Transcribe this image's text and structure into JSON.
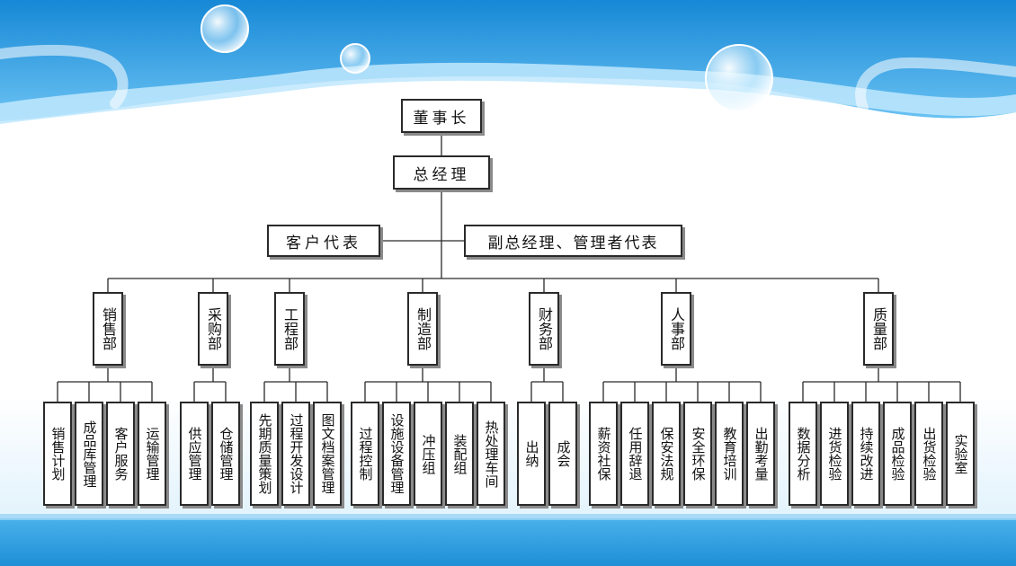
{
  "org": {
    "chairman": "董事长",
    "general_manager": "总经理",
    "customer_rep": "客户代表",
    "vice_gm": "副总经理、管理者代表",
    "departments": [
      {
        "name": "销售部",
        "units": [
          "销售计划",
          "成品库管理",
          "客户服务",
          "运输管理"
        ]
      },
      {
        "name": "采购部",
        "units": [
          "供应管理",
          "仓储管理"
        ]
      },
      {
        "name": "工程部",
        "units": [
          "先期质量策划",
          "过程开发设计",
          "图文档案管理"
        ]
      },
      {
        "name": "制造部",
        "units": [
          "过程控制",
          "设施设备管理",
          "冲压组",
          "装配组",
          "热处理车间"
        ]
      },
      {
        "name": "财务部",
        "units": [
          "出纳",
          "成会"
        ]
      },
      {
        "name": "人事部",
        "units": [
          "薪资社保",
          "任用辞退",
          "保安法规",
          "安全环保",
          "教育培训",
          "出勤考量"
        ]
      },
      {
        "name": "质量部",
        "units": [
          "数据分析",
          "进货检验",
          "持续改进",
          "成品检验",
          "出货检验",
          "实验室"
        ]
      }
    ]
  },
  "colors": {
    "sky_top": "#1a8fd8",
    "sky_light": "#bfe6fb",
    "bottom_band": "#2a9be0",
    "line": "#2a2a2a"
  }
}
